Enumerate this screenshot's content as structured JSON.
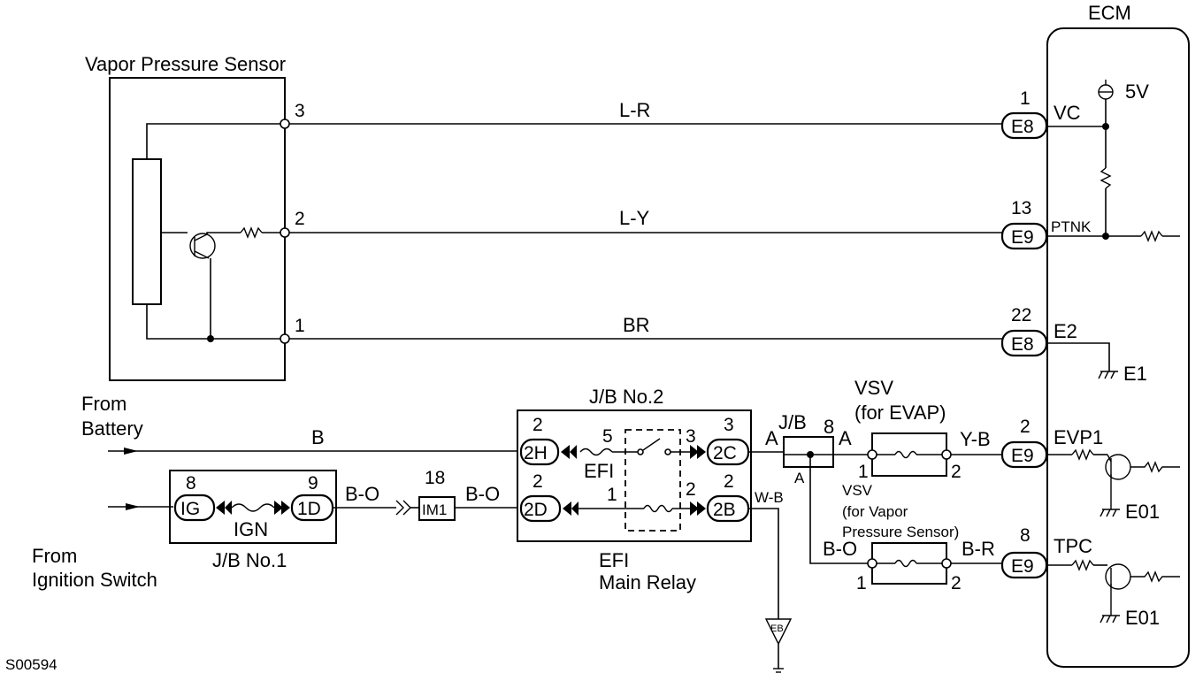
{
  "labels": {
    "vapor_sensor": "Vapor Pressure Sensor",
    "ecm": "ECM",
    "from_battery_1": "From",
    "from_battery_2": "Battery",
    "from_ign_1": "From",
    "from_ign_2": "Ignition Switch",
    "jb1": "J/B No.1",
    "jb2": "J/B No.2",
    "efi_relay_1": "EFI",
    "efi_relay_2": "Main Relay",
    "vsv_evap_1": "VSV",
    "vsv_evap_2": "(for EVAP)",
    "vsv_vapor_1": "VSV",
    "vsv_vapor_2": "(for Vapor",
    "vsv_vapor_3": "Pressure Sensor)",
    "jb_small": "J/B",
    "efi_fuse": "EFI",
    "ign_fuse": "IGN",
    "fig_code": "S00594",
    "v5": "5V"
  },
  "wires": {
    "lr": "L-R",
    "ly": "L-Y",
    "br": "BR",
    "b": "B",
    "bo1": "B-O",
    "bo2": "B-O",
    "wb": "W-B",
    "yb": "Y-B",
    "bo3": "B-O",
    "brr": "B-R"
  },
  "sensor_pins": {
    "p3": "3",
    "p2": "2",
    "p1": "1"
  },
  "ecm_connectors": [
    {
      "num": "1",
      "conn": "E8",
      "signal": "VC"
    },
    {
      "num": "13",
      "conn": "E9",
      "signal": "PTNK"
    },
    {
      "num": "22",
      "conn": "E8",
      "signal": "E2"
    },
    {
      "num": "2",
      "conn": "E9",
      "signal": "EVP1"
    },
    {
      "num": "8",
      "conn": "E9",
      "signal": "TPC"
    }
  ],
  "grounds": {
    "e1": "E1",
    "e01a": "E01",
    "e01b": "E01",
    "eb": "EB"
  },
  "jb1_conns": {
    "ig_num": "8",
    "ig": "IG",
    "d1_num": "9",
    "d1": "1D"
  },
  "im1": {
    "num": "18",
    "label": "IM1"
  },
  "jb2_conns": {
    "h2_num": "2",
    "h2": "2H",
    "c2_num": "3",
    "c2": "2C",
    "d2_num": "2",
    "d2": "2D",
    "b2_num": "2",
    "b2": "2B",
    "relay_5": "5",
    "relay_3": "3",
    "relay_1": "1",
    "relay_2": "2"
  },
  "jb_small": {
    "a_left": "A",
    "a_right": "A",
    "a_bottom": "A",
    "num": "8"
  },
  "vsv_pins": {
    "evap_1": "1",
    "evap_2": "2",
    "vapor_1": "1",
    "vapor_2": "2"
  }
}
